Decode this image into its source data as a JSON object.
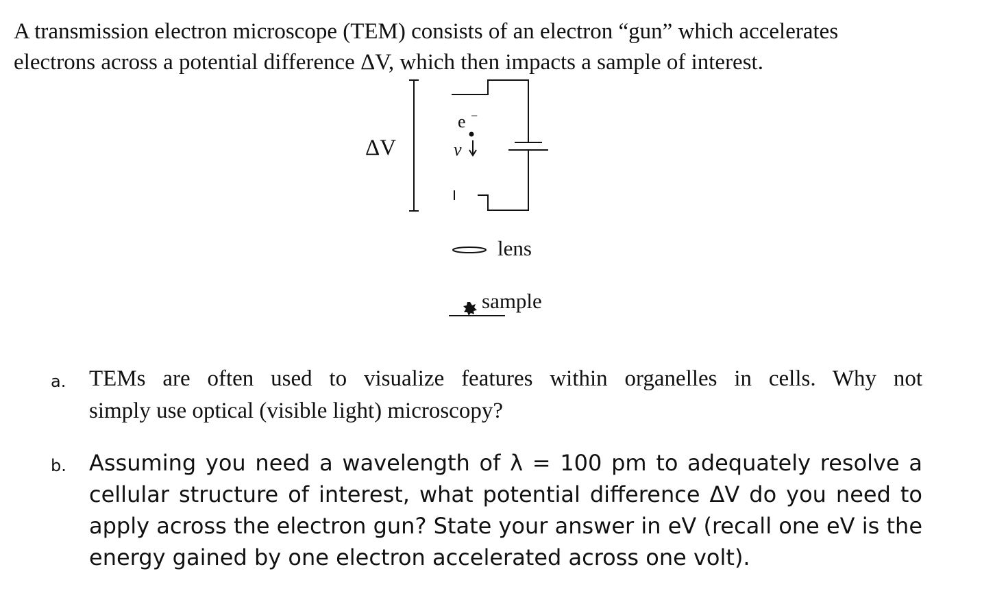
{
  "intro": {
    "line1": "A transmission electron microscope (TEM) consists of an electron “gun” which accelerates",
    "line2": "electrons across a potential difference ΔV, which then impacts a sample of interest."
  },
  "diagram": {
    "delta_v_label": "ΔV",
    "electron_label": "e",
    "electron_charge": "−",
    "velocity_label": "v",
    "lens_label": "lens",
    "sample_label": "sample"
  },
  "question_a": {
    "label": "a.",
    "line1": "TEMs are often used to visualize features within organelles in cells. Why not",
    "line2": "simply use optical (visible light) microscopy?"
  },
  "question_b": {
    "label": "b.",
    "line1": "Assuming you need a wavelength of λ = 100 pm to adequately resolve a",
    "line2": "cellular structure of interest, what potential difference ΔV do you need to",
    "line3": "apply across the electron gun? State your answer in eV (recall one eV is the",
    "line4": "energy gained by one electron accelerated across one volt)."
  }
}
